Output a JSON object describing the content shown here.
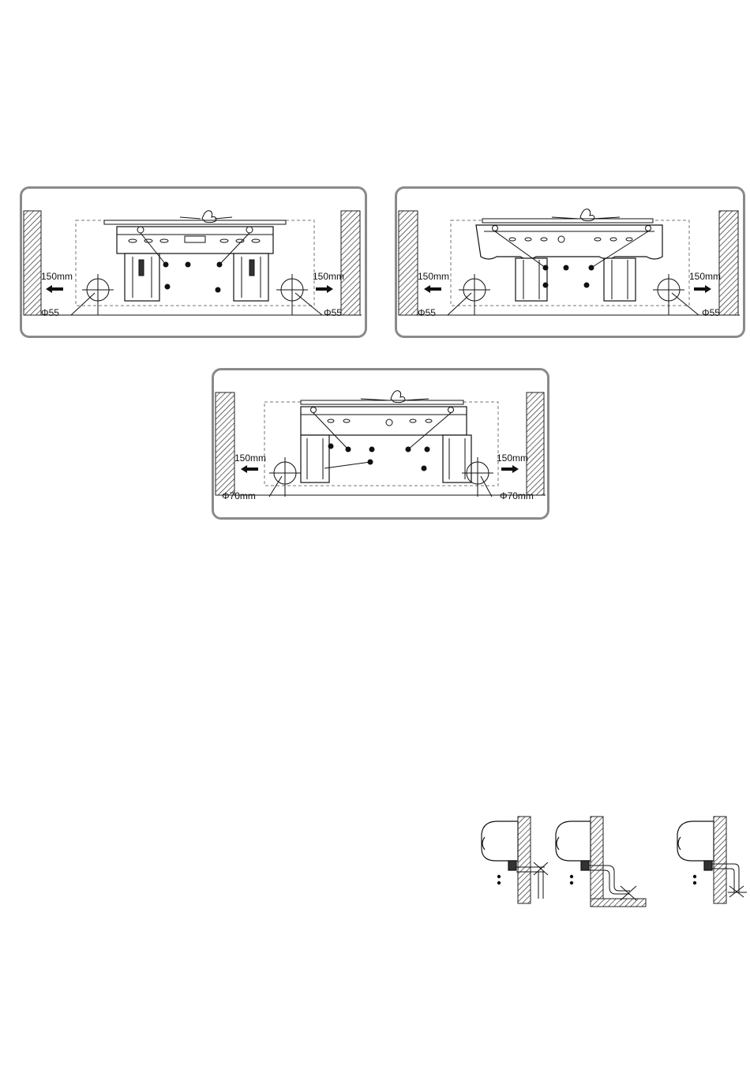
{
  "colors": {
    "panel_border": "#8a8a8a",
    "line": "#111111",
    "dash": "#777777"
  },
  "panels": [
    {
      "clearance_left": "150mm",
      "clearance_right": "150mm",
      "hole_left": "Φ55",
      "hole_right": "Φ55"
    },
    {
      "clearance_left": "150mm",
      "clearance_right": "150mm",
      "hole_left": "Φ55",
      "hole_right": "Φ55"
    },
    {
      "clearance_left": "150mm",
      "clearance_right": "150mm",
      "hole_left": "Φ70mm",
      "hole_right": "Φ70mm"
    }
  ],
  "icons": {
    "hatch": "wall-hatch-icon",
    "arrow": "arrow-icon",
    "hand": "hand-icon",
    "cross": "wrong-mark-icon"
  }
}
